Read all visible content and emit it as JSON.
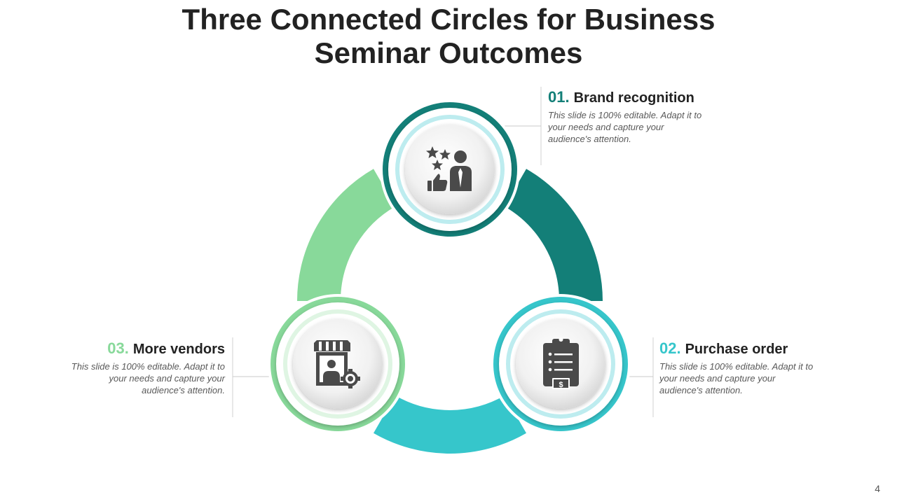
{
  "title": {
    "line1": "Three Connected Circles for Business",
    "line2": "Seminar Outcomes"
  },
  "items": [
    {
      "number": "01.",
      "heading": "Brand recognition",
      "description": "This slide is 100% editable. Adapt it to your needs and capture your audience's attention.",
      "color": "#137f78",
      "icon": "brand-recognition-icon"
    },
    {
      "number": "02.",
      "heading": "Purchase order",
      "description": "This slide is 100% editable. Adapt it to your needs and capture your audience's attention.",
      "color": "#36c6cb",
      "icon": "clipboard-dollar-icon"
    },
    {
      "number": "03.",
      "heading": "More vendors",
      "description": "This slide is 100% editable. Adapt it to your needs and capture your audience's attention.",
      "color": "#88d99a",
      "icon": "vendor-store-icon"
    }
  ],
  "page_number": "4"
}
